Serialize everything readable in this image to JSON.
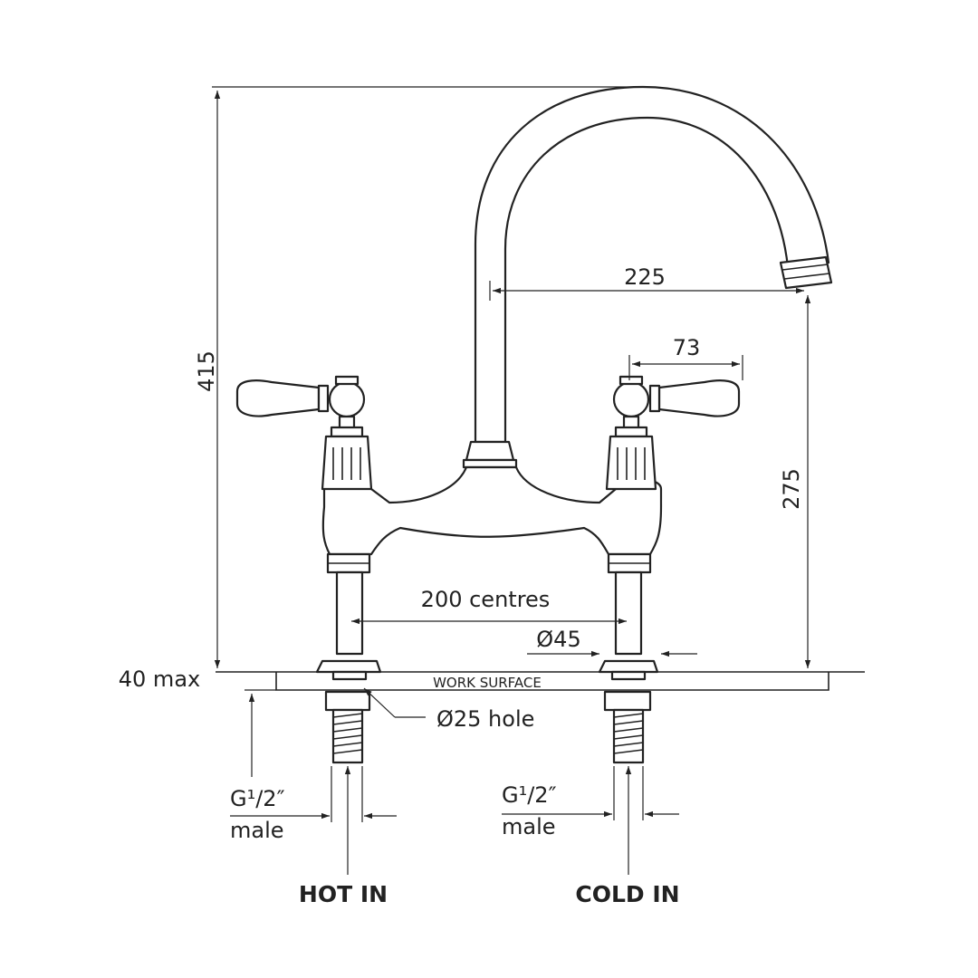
{
  "dimensions": {
    "height_total": "415",
    "spout_reach": "225",
    "lever_length": "73",
    "spout_height": "275",
    "centres": "200 centres",
    "base_diameter": "Ø45",
    "deck_thickness": "40 max",
    "hole": "Ø25 hole"
  },
  "surface": {
    "label": "WORK SURFACE"
  },
  "connections": {
    "hot": {
      "thread_line1": "G¹/2″",
      "thread_line2": "male",
      "label": "HOT IN"
    },
    "cold": {
      "thread_line1": "G¹/2″",
      "thread_line2": "male",
      "label": "COLD IN"
    }
  },
  "colors": {
    "ink": "#222222",
    "background": "#ffffff"
  }
}
